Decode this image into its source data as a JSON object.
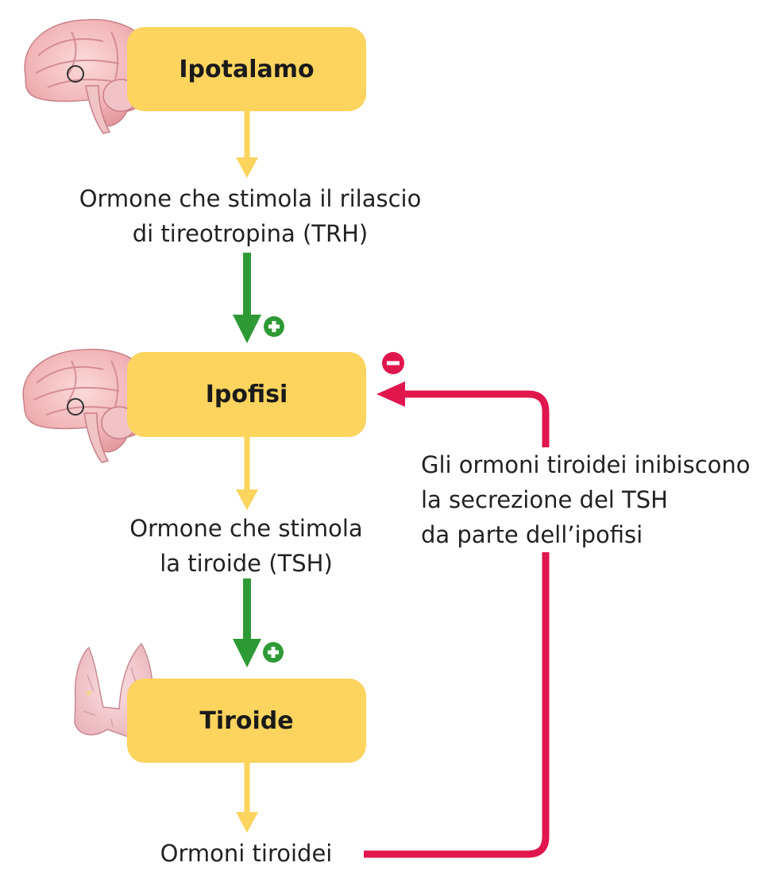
{
  "nodes": {
    "hypothalamus": {
      "label": "Ipotalamo"
    },
    "pituitary": {
      "label": "Ipofisi"
    },
    "thyroid": {
      "label": "Tiroide"
    }
  },
  "labels": {
    "trh": [
      "Ormone che stimola il rilascio",
      "di tireotropina (TRH)"
    ],
    "tsh": [
      "Ormone che stimola",
      "la tiroide (TSH)"
    ],
    "thyroid_hormones": "Ormoni tiroidei",
    "feedback": [
      "Gli ormoni tiroidei inibiscono",
      "la secrezione del TSH",
      "da parte dell’ipofisi"
    ]
  },
  "colors": {
    "box": "#fcd45e",
    "secretion_arrow": "#fcd45e",
    "stimulation_arrow": "#2e9a35",
    "inhibition_arrow": "#e0164d"
  },
  "icons": {
    "stimulation": "plus-circle-icon",
    "inhibition": "minus-circle-icon",
    "brain": "brain-illustration",
    "thyroid": "thyroid-gland-illustration"
  }
}
